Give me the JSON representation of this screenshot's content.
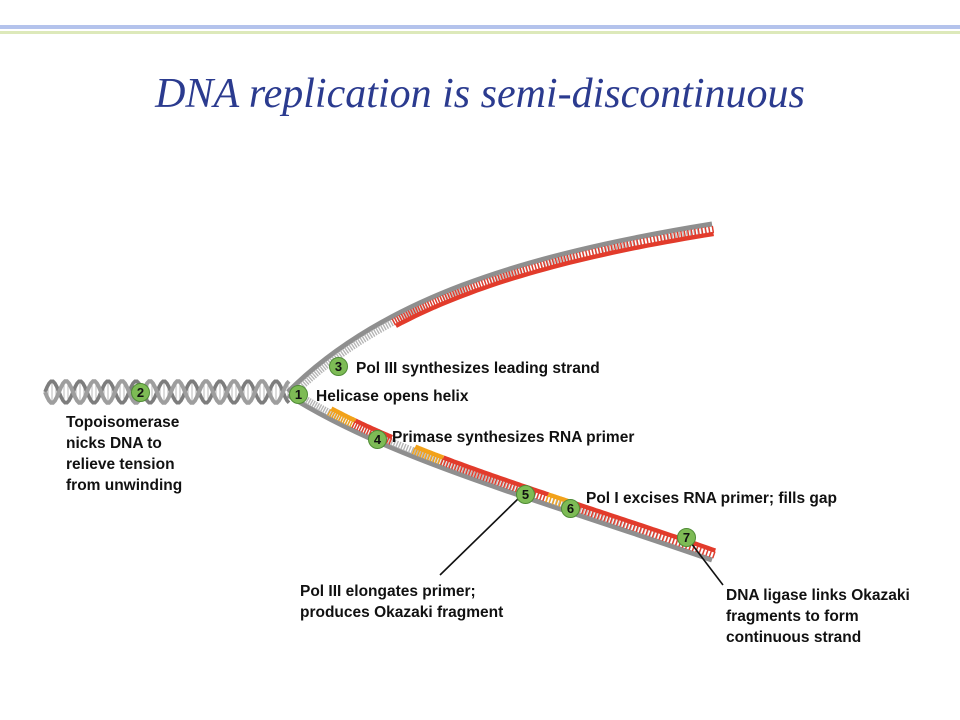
{
  "title": "DNA replication is semi-discontinuous",
  "steps": [
    {
      "number": "1",
      "text": "Helicase opens helix"
    },
    {
      "number": "2",
      "lines": [
        "Topoisomerase",
        "nicks DNA to",
        "relieve tension",
        "from unwinding"
      ]
    },
    {
      "number": "3",
      "text": "Pol III synthesizes leading strand"
    },
    {
      "number": "4",
      "text": "Primase synthesizes RNA primer"
    },
    {
      "number": "5",
      "lines": [
        "Pol III elongates primer;",
        "produces Okazaki fragment"
      ]
    },
    {
      "number": "6",
      "text": "Pol I excises RNA primer; fills gap"
    },
    {
      "number": "7",
      "lines": [
        "DNA ligase links Okazaki",
        "fragments to form",
        "continuous strand"
      ]
    }
  ],
  "colors": {
    "title": "#2b3b8f",
    "template_strand": "#9a9a9a",
    "new_strand": "#e23b2b",
    "rna_primer": "#f2a21a",
    "step_badge": "#7dbb55"
  }
}
